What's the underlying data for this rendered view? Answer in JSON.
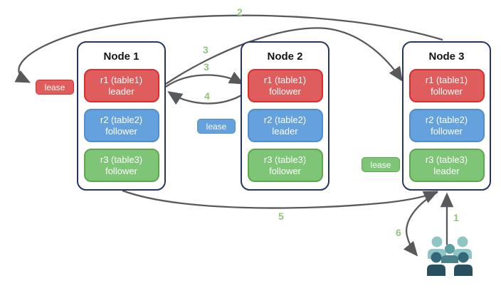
{
  "nodes": [
    {
      "title": "Node 1",
      "replicas": [
        {
          "label": "r1 (table1)",
          "role": "leader",
          "color": "red"
        },
        {
          "label": "r2 (table2)",
          "role": "follower",
          "color": "blue"
        },
        {
          "label": "r3 (table3)",
          "role": "follower",
          "color": "green"
        }
      ]
    },
    {
      "title": "Node 2",
      "replicas": [
        {
          "label": "r1 (table1)",
          "role": "follower",
          "color": "red"
        },
        {
          "label": "r2 (table2)",
          "role": "leader",
          "color": "blue"
        },
        {
          "label": "r3 (table3)",
          "role": "follower",
          "color": "green"
        }
      ]
    },
    {
      "title": "Node 3",
      "replicas": [
        {
          "label": "r1 (table1)",
          "role": "follower",
          "color": "red"
        },
        {
          "label": "r2 (table2)",
          "role": "follower",
          "color": "blue"
        },
        {
          "label": "r3 (table3)",
          "role": "leader",
          "color": "green"
        }
      ]
    }
  ],
  "leases": [
    {
      "label": "lease",
      "color": "red"
    },
    {
      "label": "lease",
      "color": "blue"
    },
    {
      "label": "lease",
      "color": "green"
    }
  ],
  "steps": {
    "s1": "1",
    "s2": "2",
    "s3a": "3",
    "s3b": "3",
    "s4": "4",
    "s5": "5",
    "s6": "6"
  },
  "icons": {
    "users": "user-group-icon"
  },
  "colors": {
    "red_fill": "#E05D5D",
    "red_border": "#E02B2B",
    "blue_fill": "#64A1DD",
    "blue_border": "#4E8FD0",
    "green_fill": "#7EC577",
    "green_border": "#5CA94C",
    "node_border": "#26365E",
    "arrow": "#58595B",
    "step_label": "#93C47D",
    "users_light": "#8FC5C4",
    "users_mid_head": "#5C9FA1",
    "users_mid_body": "#49818C",
    "users_dark_head": "#33687A",
    "users_dark_body": "#284F5E"
  }
}
